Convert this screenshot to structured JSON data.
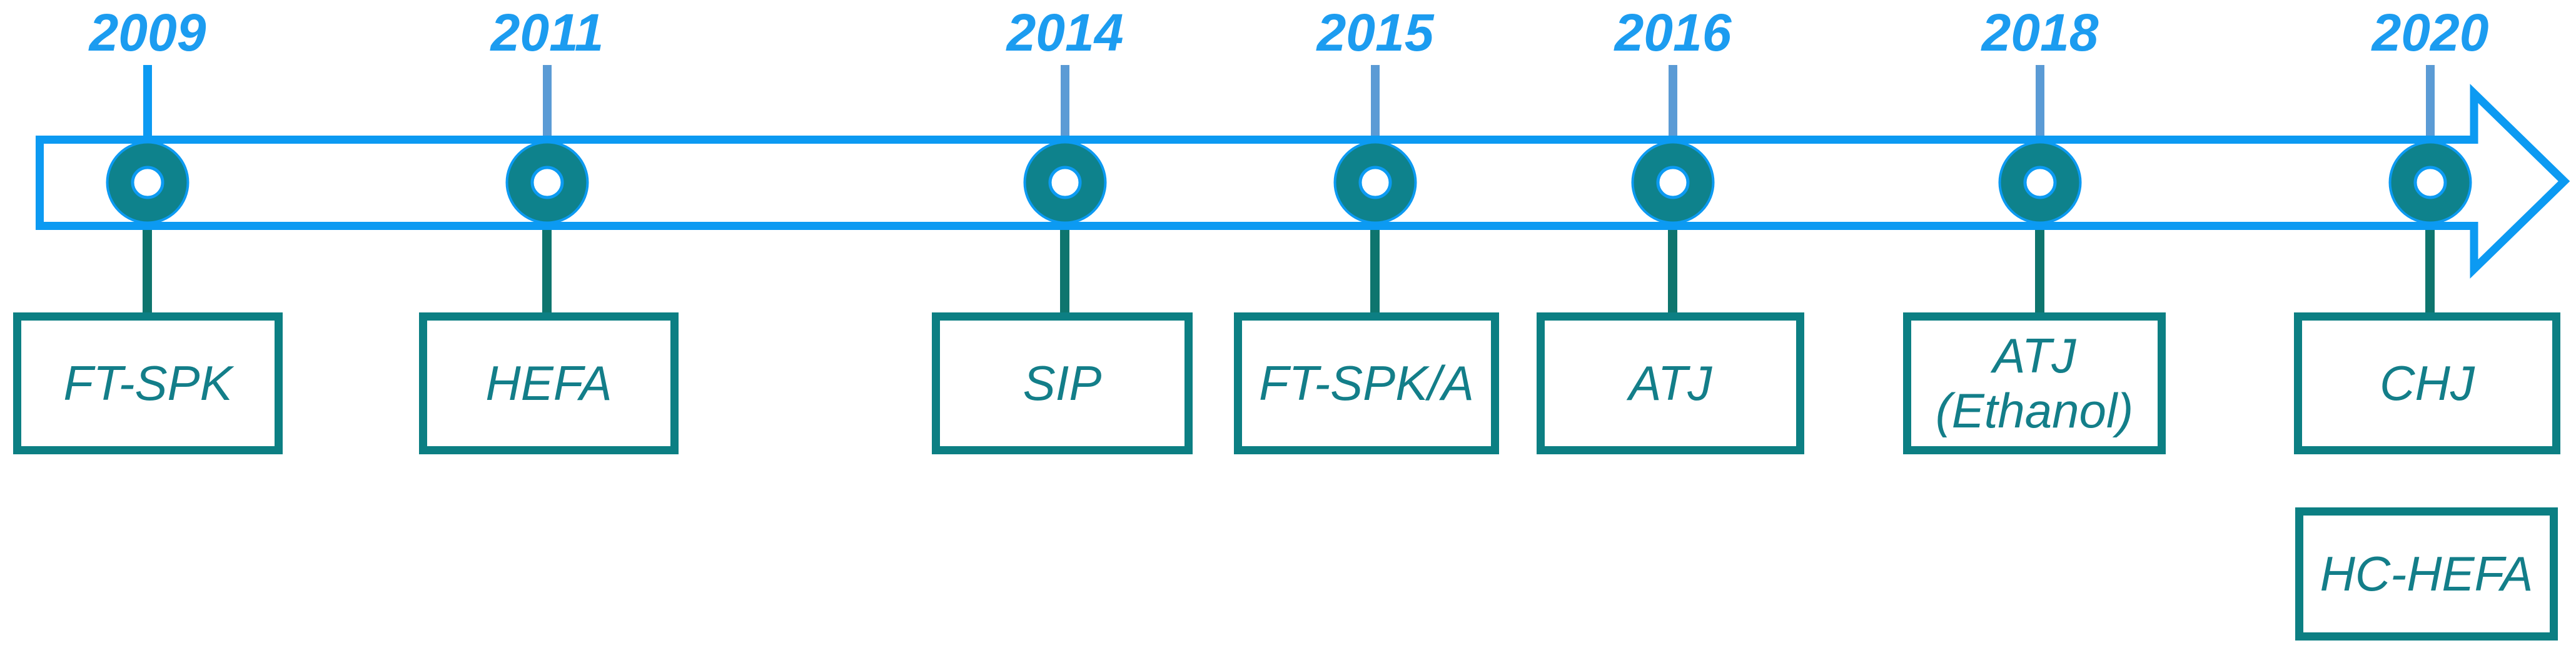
{
  "diagram": {
    "type": "timeline",
    "description": "Timeline with year markers and pathway boxes",
    "events": [
      {
        "year": "2009",
        "label": "FT-SPK",
        "tick_color": "#0C9AF2"
      },
      {
        "year": "2011",
        "label": "HEFA",
        "tick_color": "#5B9BD5"
      },
      {
        "year": "2014",
        "label": "SIP",
        "tick_color": "#5B9BD5"
      },
      {
        "year": "2015",
        "label": "FT-SPK/A",
        "tick_color": "#5B9BD5"
      },
      {
        "year": "2016",
        "label": "ATJ",
        "tick_color": "#5B9BD5"
      },
      {
        "year": "2018",
        "label_line1": "ATJ",
        "label_line2": "(Ethanol)",
        "tick_color": "#5B9BD5"
      },
      {
        "year": "2020",
        "label": "CHJ",
        "secondary_label": "HC-HEFA",
        "tick_color": "#5B9BD5"
      }
    ],
    "colors": {
      "arrow_blue": "#0C9AF2",
      "year_text_blue": "#1C9CF0",
      "tick_steel_blue": "#5B9BD5",
      "marker_teal": "#0E828C",
      "connector_teal": "#0E756E",
      "box_border_teal": "#0C7F83",
      "box_text_teal": "#137E89",
      "fill_white": "#ffffff"
    }
  }
}
